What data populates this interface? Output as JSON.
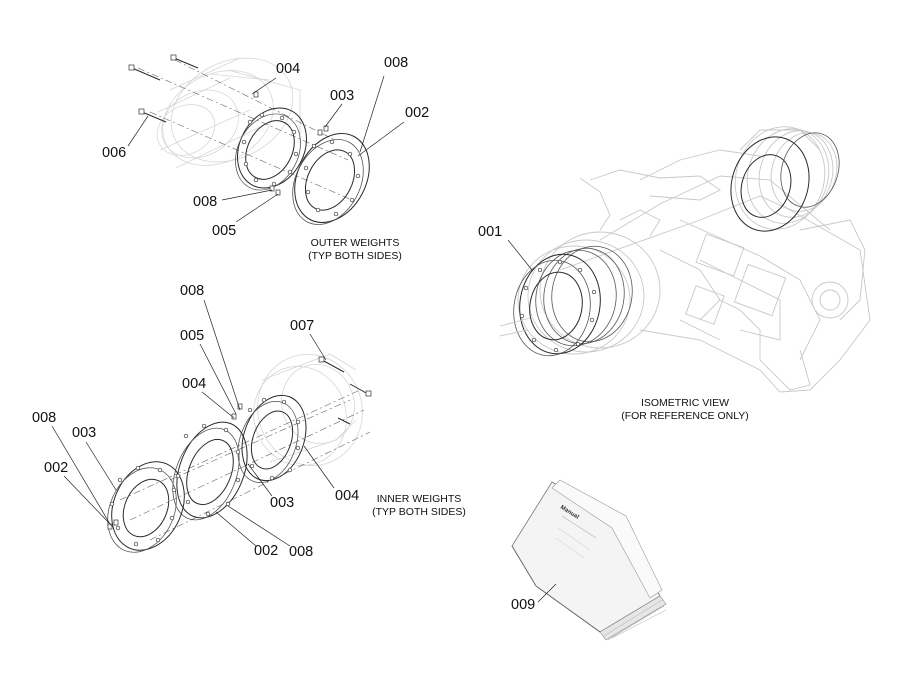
{
  "labels": {
    "outer": {
      "l004": "004",
      "l003": "003",
      "l008a": "008",
      "l002": "002",
      "l006": "006",
      "l008b": "008",
      "l005": "005"
    },
    "inner": {
      "l008a": "008",
      "l005": "005",
      "l007": "007",
      "l004a": "004",
      "l008b": "008",
      "l003a": "003",
      "l002a": "002",
      "l003b": "003",
      "l004b": "004",
      "l002b": "002",
      "l008c": "008"
    },
    "iso": {
      "l001": "001"
    },
    "manual": {
      "l009": "009"
    }
  },
  "captions": {
    "outer_line1": "OUTER WEIGHTS",
    "outer_line2": "(TYP BOTH SIDES)",
    "inner_line1": "INNER WEIGHTS",
    "inner_line2": "(TYP BOTH SIDES)",
    "iso_line1": "ISOMETRIC VIEW",
    "iso_line2": "(FOR REFERENCE ONLY)"
  },
  "manual_cover_text": "Manual"
}
